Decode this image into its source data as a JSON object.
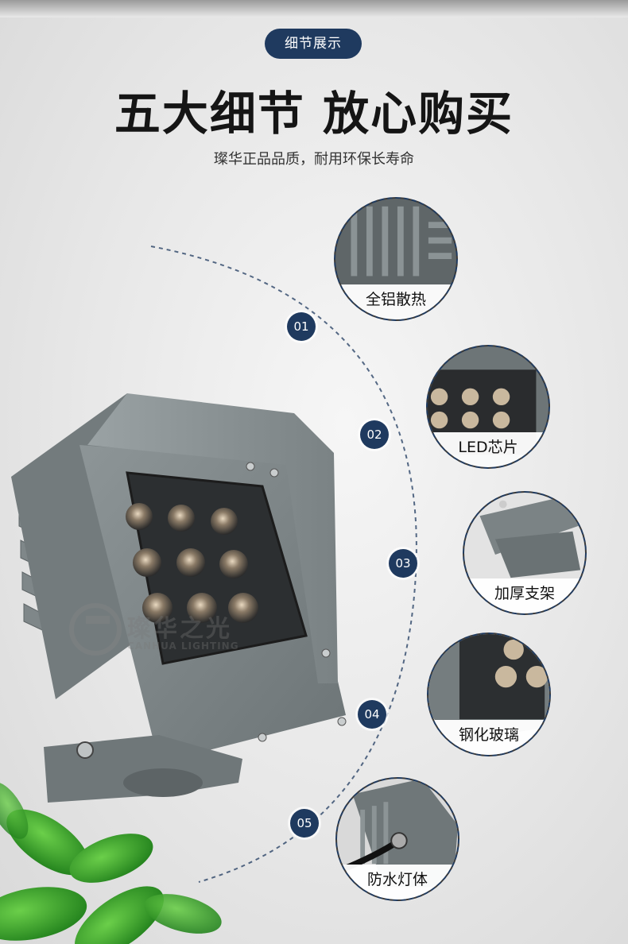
{
  "header": {
    "badge": "细节展示",
    "title": "五大细节 放心购买",
    "subtitle": "璨华正品品质，耐用环保长寿命"
  },
  "watermark": {
    "cn": "璨华之光",
    "en": "CANHUA LIGHTING"
  },
  "colors": {
    "accent": "#1f3a5f",
    "housing": "#7b8385"
  },
  "details": [
    {
      "number": "01",
      "label": "全铝散热"
    },
    {
      "number": "02",
      "label": "LED芯片"
    },
    {
      "number": "03",
      "label": "加厚支架"
    },
    {
      "number": "04",
      "label": "钢化玻璃"
    },
    {
      "number": "05",
      "label": "防水灯体"
    }
  ]
}
